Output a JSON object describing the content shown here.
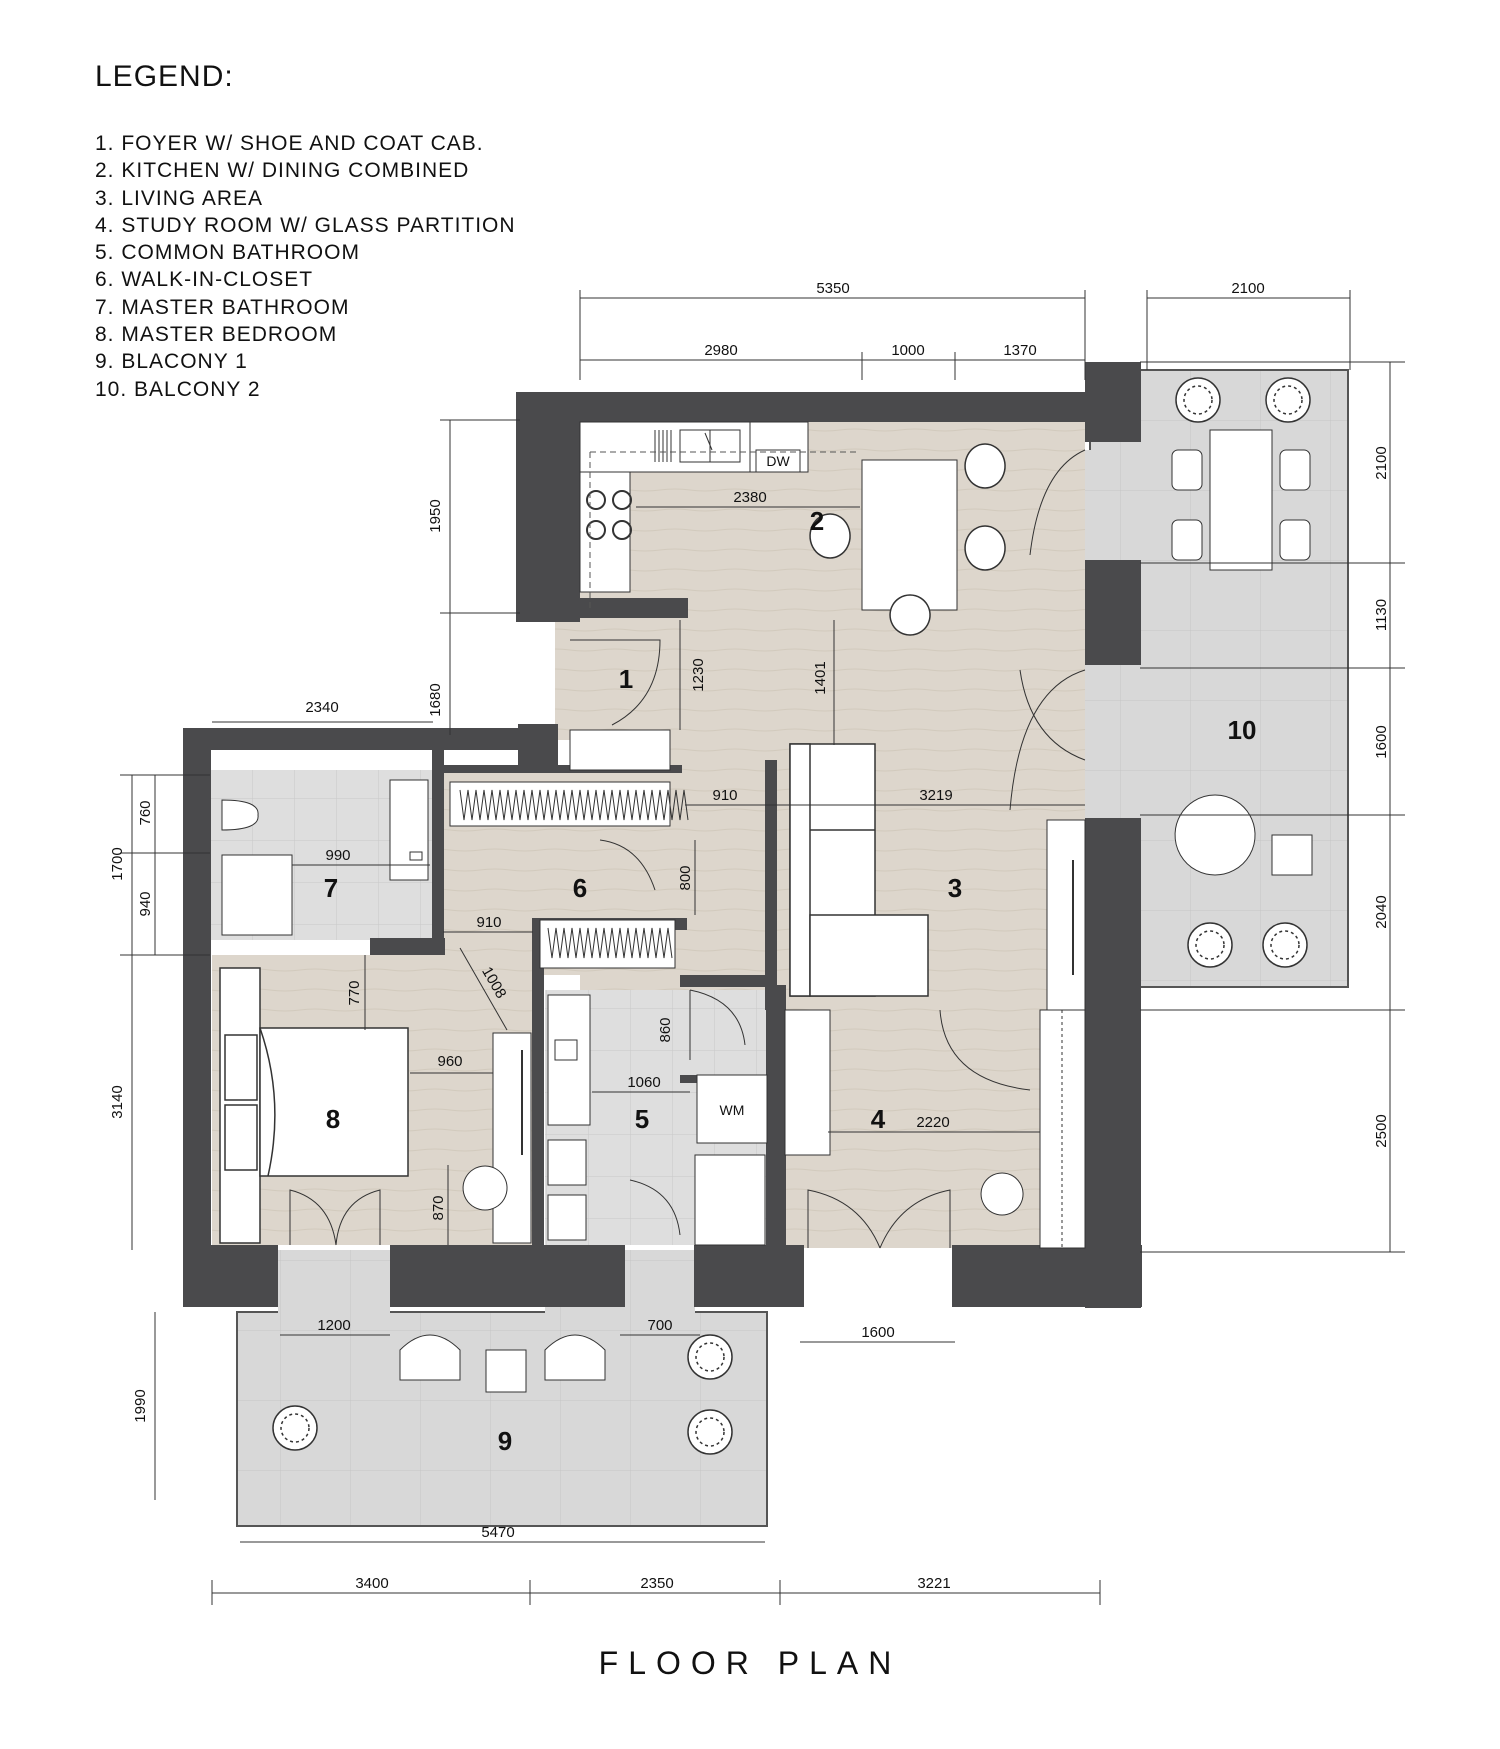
{
  "legend": {
    "title": "LEGEND:",
    "items": [
      "1. FOYER W/ SHOE AND COAT CAB.",
      "2. KITCHEN W/ DINING COMBINED",
      "3. LIVING AREA",
      "4. STUDY ROOM W/ GLASS PARTITION",
      "5. COMMON BATHROOM",
      "6. WALK-IN-CLOSET",
      "7. MASTER BATHROOM",
      "8. MASTER BEDROOM",
      "9. BLACONY 1",
      "10. BALCONY 2"
    ]
  },
  "plan_title": "FLOOR PLAN",
  "rooms": {
    "r1": "1",
    "r2": "2",
    "r3": "3",
    "r4": "4",
    "r5": "5",
    "r6": "6",
    "r7": "7",
    "r8": "8",
    "r9": "9",
    "r10": "10"
  },
  "fixtures": {
    "dishwasher": "DW",
    "washing_machine": "WM"
  },
  "dimensions": {
    "top_total": "5350",
    "top_a": "2980",
    "top_b": "1000",
    "top_c": "1370",
    "top_balcony": "2100",
    "right_a": "2100",
    "right_b": "1130",
    "right_c": "1600",
    "right_d": "2040",
    "right_e": "2500",
    "left_1950": "1950",
    "left_1680": "1680",
    "left_2340": "2340",
    "left_1700": "1700",
    "left_760": "760",
    "left_940": "940",
    "left_3140": "3140",
    "left_1990": "1990",
    "in_2380": "2380",
    "in_1230": "1230",
    "in_1401": "1401",
    "in_910a": "910",
    "in_3219": "3219",
    "in_990": "990",
    "in_910b": "910",
    "in_800": "800",
    "in_770": "770",
    "in_1008": "1008",
    "in_960": "960",
    "in_870": "870",
    "in_860": "860",
    "in_1060": "1060",
    "in_2220": "2220",
    "bal_1200": "1200",
    "bal_700": "700",
    "bal_1600": "1600",
    "bal_5470": "5470",
    "bottom_3400": "3400",
    "bottom_2350": "2350",
    "bottom_3221": "3221"
  },
  "colors": {
    "wall": "#4a4a4c",
    "wood": "#ddd6cc",
    "tile": "#dcdcdc",
    "balcony": "#d9d9d9",
    "furniture": "#ffffff",
    "line": "#333333"
  }
}
